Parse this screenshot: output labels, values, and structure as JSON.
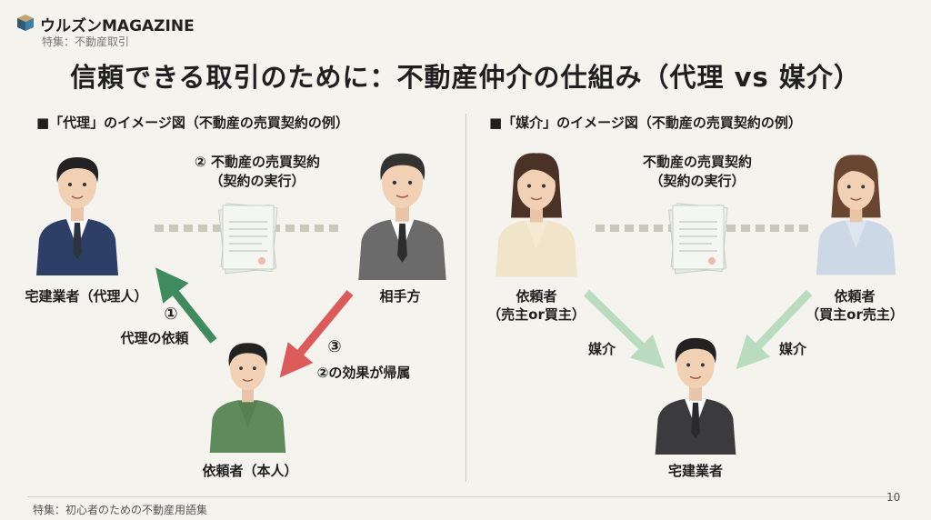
{
  "header": {
    "brand": "ウルズンMAGAZINE",
    "subtitle": "特集：不動産取引",
    "title": "信頼できる取引のために：不動産仲介の仕組み（代理 vs 媒介）"
  },
  "left": {
    "heading": "■「代理」のイメージ図（不動産の売買契約の例）",
    "contract_line1": "② 不動産の売買契約",
    "contract_line2": "（契約の実行）",
    "agent": "宅建業者（代理人）",
    "counterparty": "相手方",
    "principal": "依頼者（本人）",
    "step1_num": "①",
    "step1_text": "代理の依頼",
    "step3_num": "③",
    "step3_text": "②の効果が帰属"
  },
  "right": {
    "heading": "■「媒介」のイメージ図（不動産の売買契約の例）",
    "contract_line1": "不動産の売買契約",
    "contract_line2": "（契約の実行）",
    "client_left_line1": "依頼者",
    "client_left_line2": "（売主or買主）",
    "client_right_line1": "依頼者",
    "client_right_line2": "（買主or売主）",
    "mediation_left": "媒介",
    "mediation_right": "媒介",
    "broker": "宅建業者"
  },
  "footer": {
    "text": "特集：初心者のための不動産用語集",
    "page": "10"
  },
  "colors": {
    "green_arrow": "#3f8a5e",
    "red_arrow": "#dc5a5a",
    "light_arrow": "#b9dcc0"
  }
}
